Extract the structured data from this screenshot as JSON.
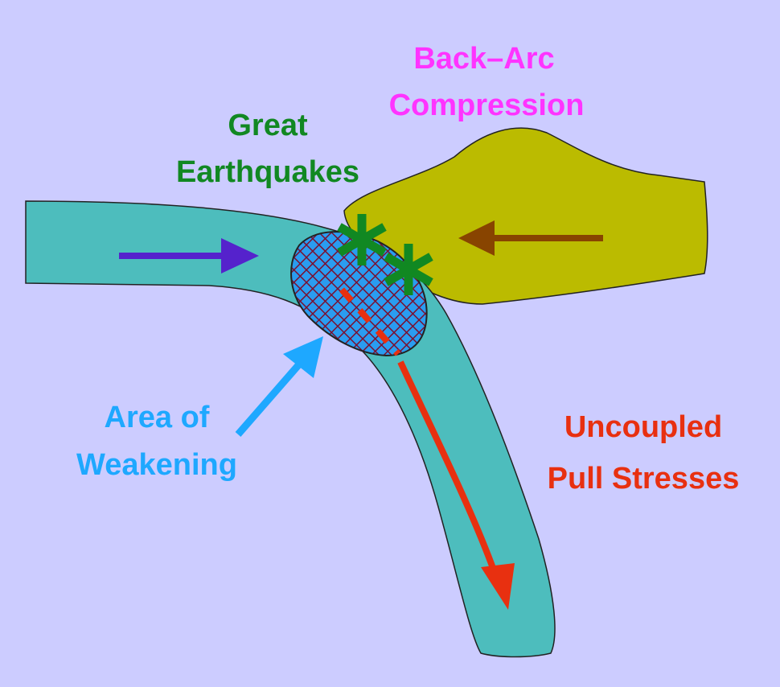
{
  "labels": {
    "back_arc": [
      "Back–Arc",
      "Compression"
    ],
    "great_earthquakes": [
      "Great",
      "Earthquakes"
    ],
    "weakening": [
      "Area of",
      "Weakening"
    ],
    "pull": [
      "Uncoupled",
      "Pull Stresses"
    ]
  },
  "colors": {
    "background": "#ccccff",
    "slab": "#4dbdbd",
    "overriding_plate": "#bbbb00",
    "back_arc_text": "#ff33ff",
    "earthquake": "#118822",
    "weakening": "#1ea8ff",
    "pull": "#e83010",
    "plate_motion_arrow": "#5522cc",
    "compression_arrow": "#884400"
  }
}
